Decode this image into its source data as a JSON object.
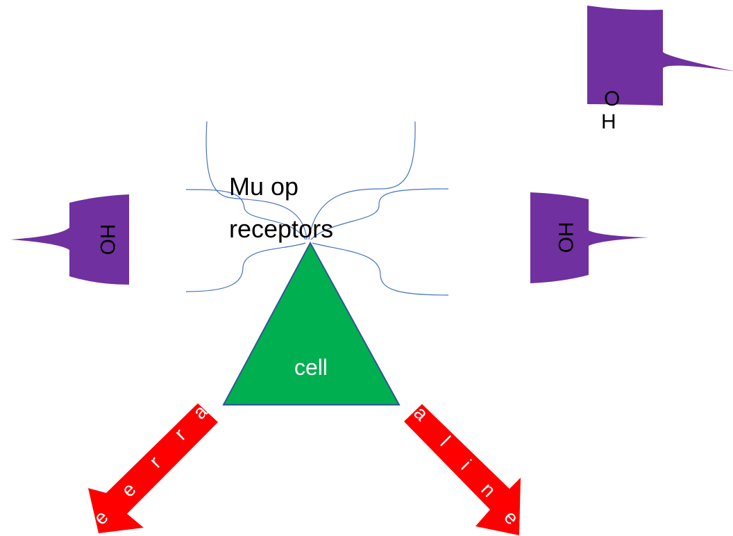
{
  "receptor": {
    "line1": "Mu op",
    "line2": "receptors"
  },
  "cell": {
    "label": "cell"
  },
  "oh_top_right": {
    "o": "O",
    "h": "H"
  },
  "oh_left": {
    "label": "HO"
  },
  "oh_right": {
    "label": "HO"
  },
  "arrow_left": {
    "letters": [
      "a",
      "r",
      "r",
      "e",
      "e"
    ]
  },
  "arrow_right": {
    "letters": [
      "a",
      "l",
      "i",
      "n",
      "e"
    ]
  },
  "colors": {
    "purple": "#7030A0",
    "green": "#00B050",
    "red": "#FF0000",
    "line_blue": "#4472C4",
    "outline": "#2F5597"
  }
}
